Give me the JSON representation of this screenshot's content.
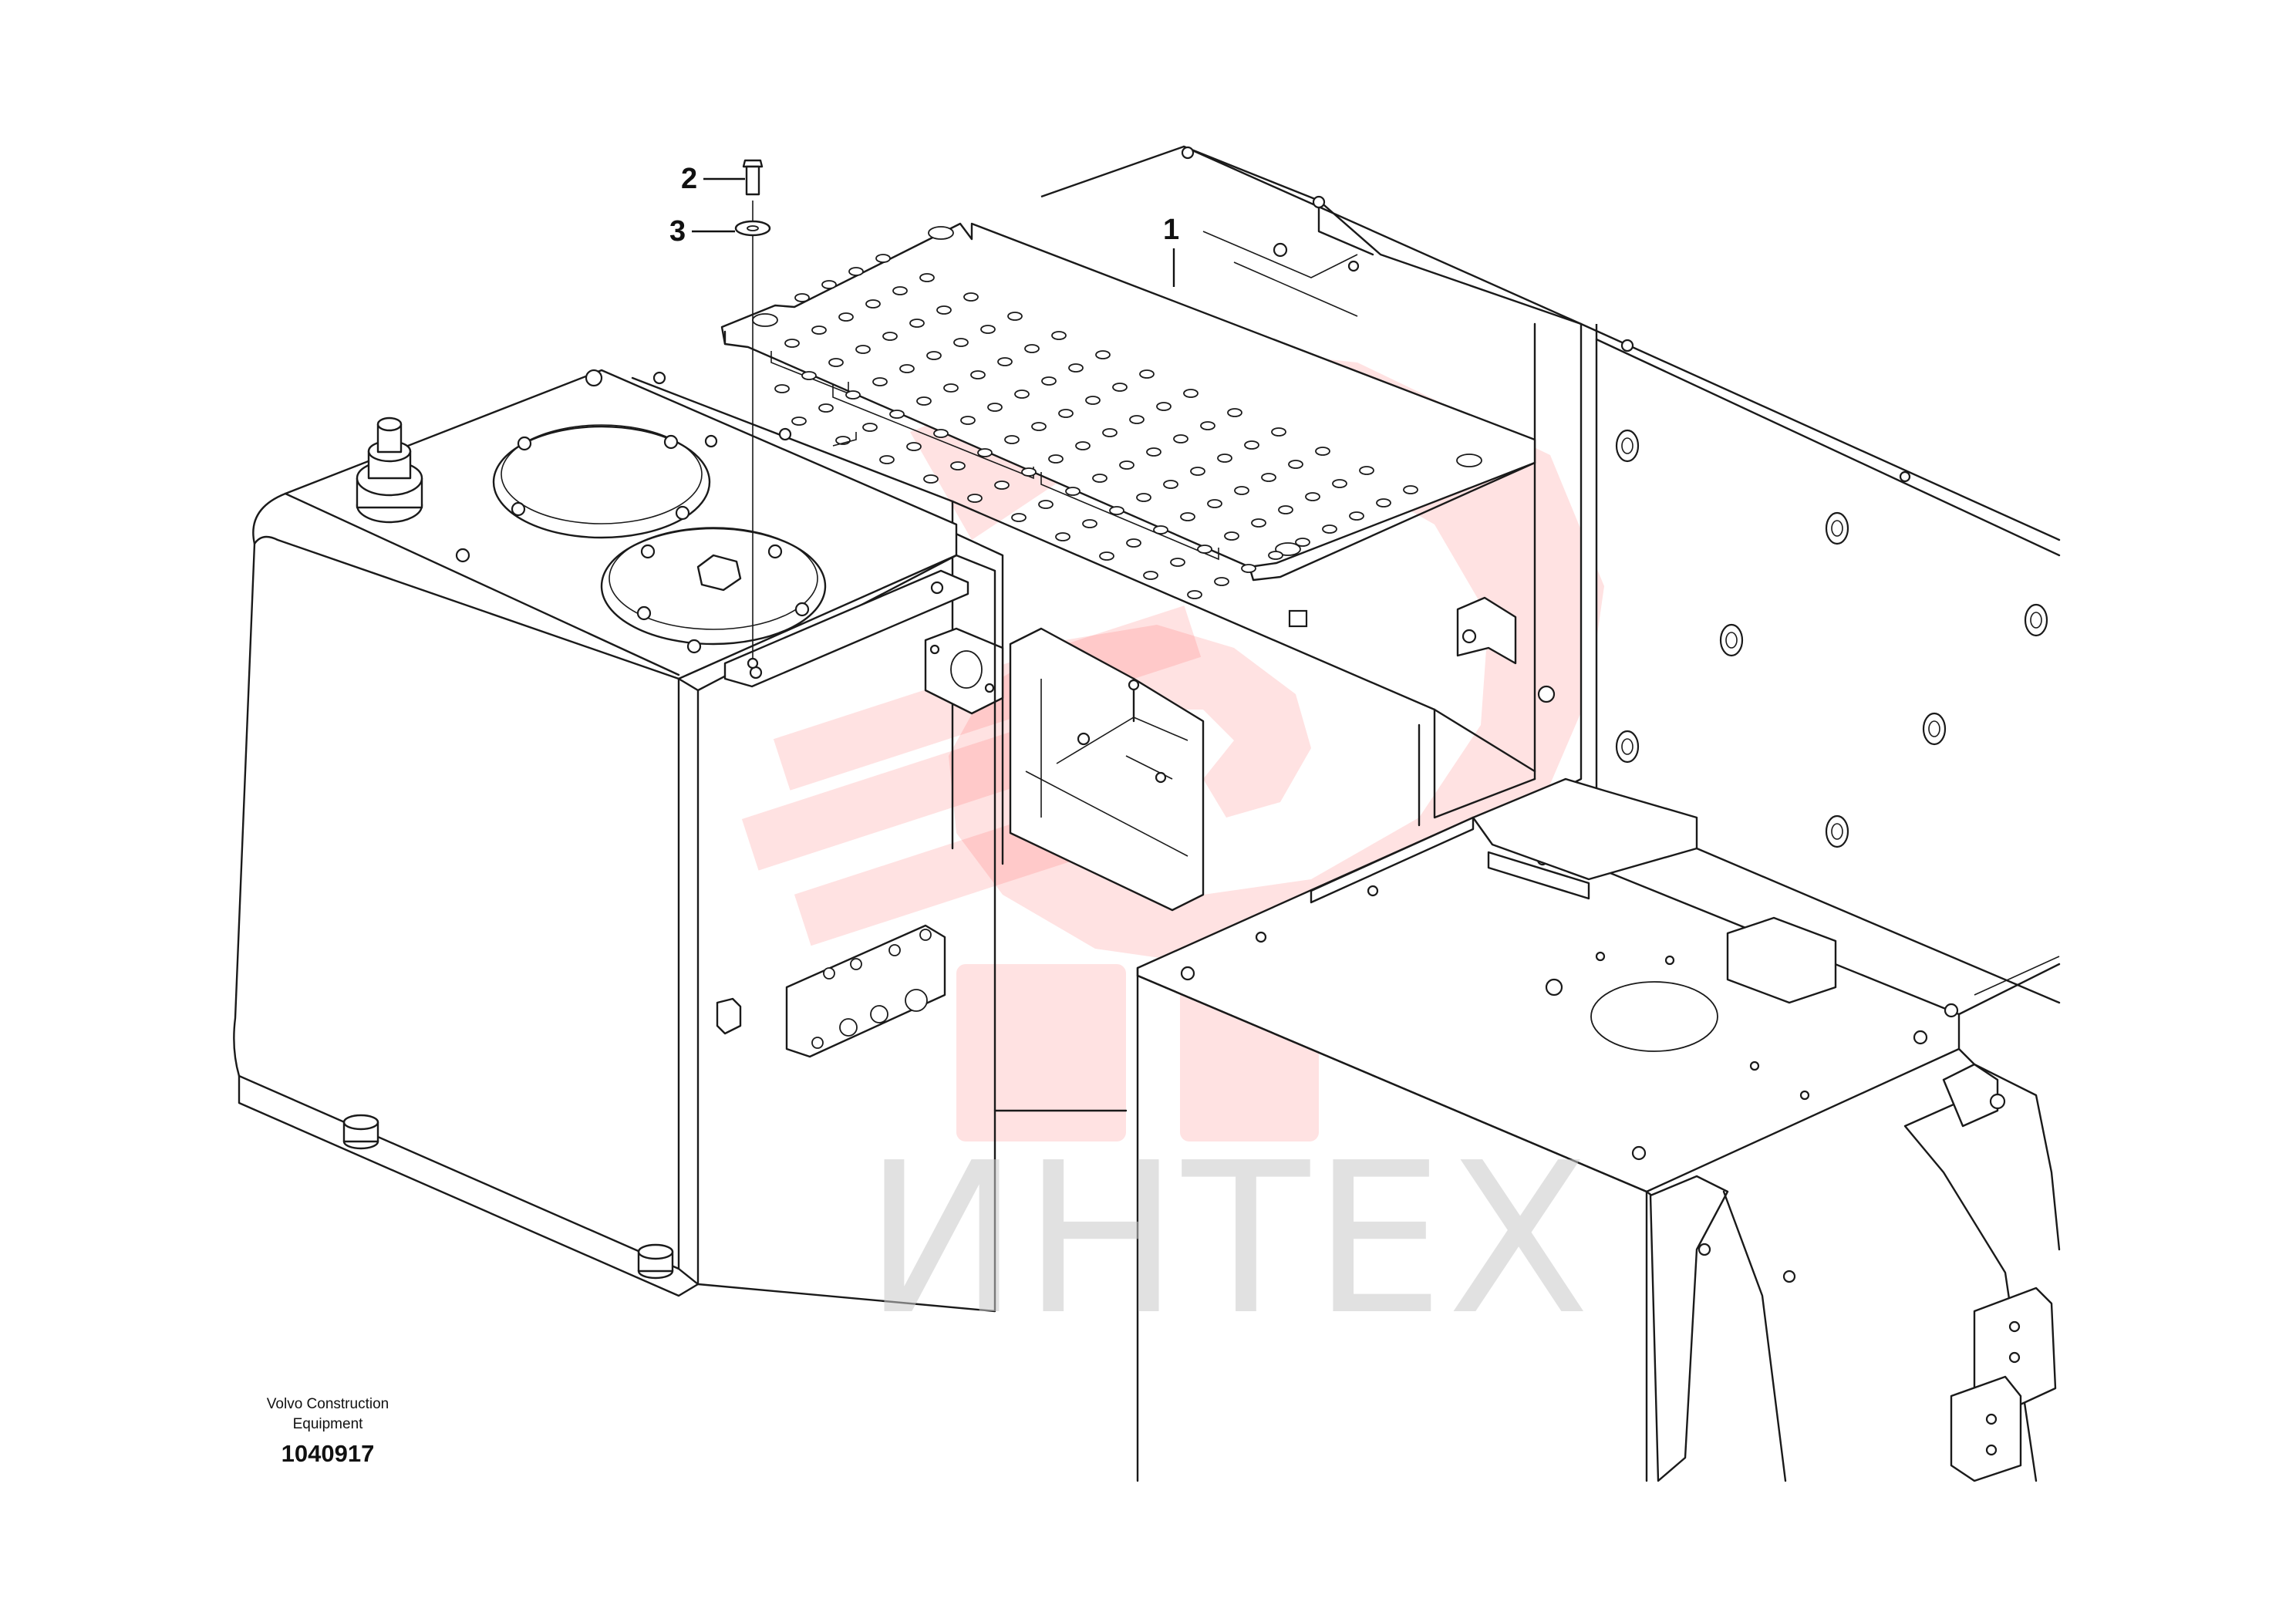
{
  "callouts": [
    {
      "label": "1"
    },
    {
      "label": "2"
    },
    {
      "label": "3"
    }
  ],
  "footer": {
    "manufacturer_line1": "Volvo Construction",
    "manufacturer_line2": "Equipment",
    "drawing_number": "1040917"
  },
  "watermark": {
    "text": "ИНТЕХ",
    "color": "#ff3b3b"
  }
}
